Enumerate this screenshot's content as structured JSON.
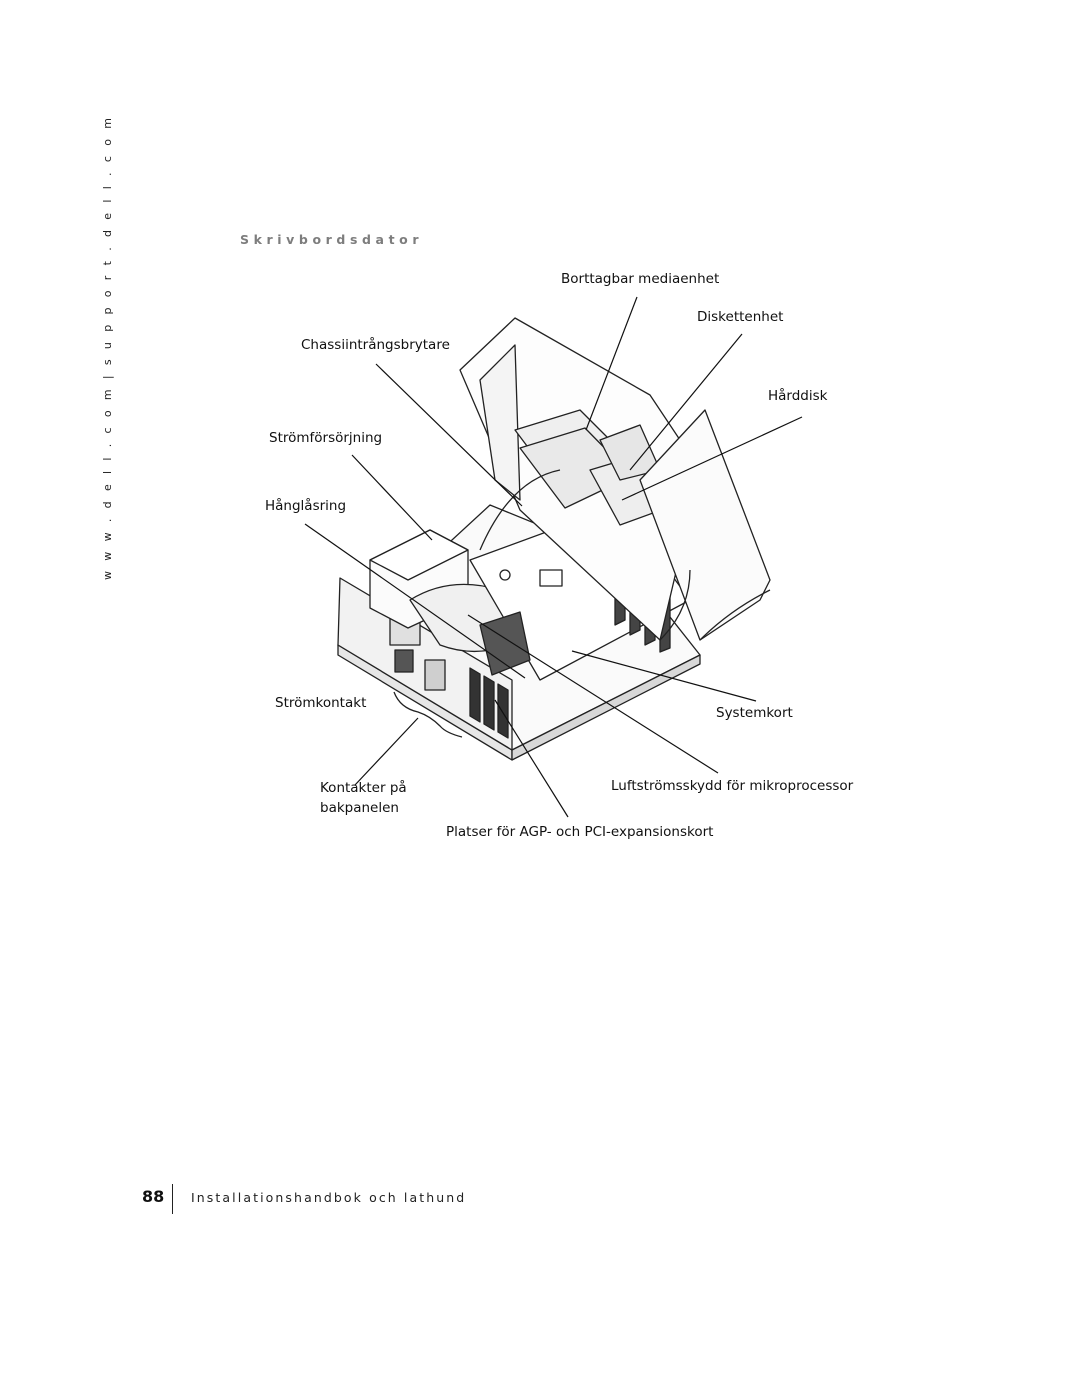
{
  "side_url": "w w w . d e l l . c o m   |   s u p p o r t . d e l l . c o m",
  "section_title": "Skrivbordsdator",
  "callouts": {
    "borttagbar": "Borttagbar mediaenhet",
    "diskett": "Diskettenhet",
    "chassi": "Chassiintrångsbrytare",
    "harddisk": "Hårddisk",
    "stromforsorjning": "Strömförsörjning",
    "hanglasring": "Hånglåsring",
    "stromkontakt": "Strömkontakt",
    "systemkort": "Systemkort",
    "kontakter_line1": "Kontakter på",
    "kontakter_line2": "bakpanelen",
    "luftstroms": "Luftströmsskydd för mikroprocessor",
    "platser": "Platser för AGP- och PCI-expansionskort"
  },
  "footer": {
    "page_number": "88",
    "title": "Installationshandbok och lathund"
  }
}
